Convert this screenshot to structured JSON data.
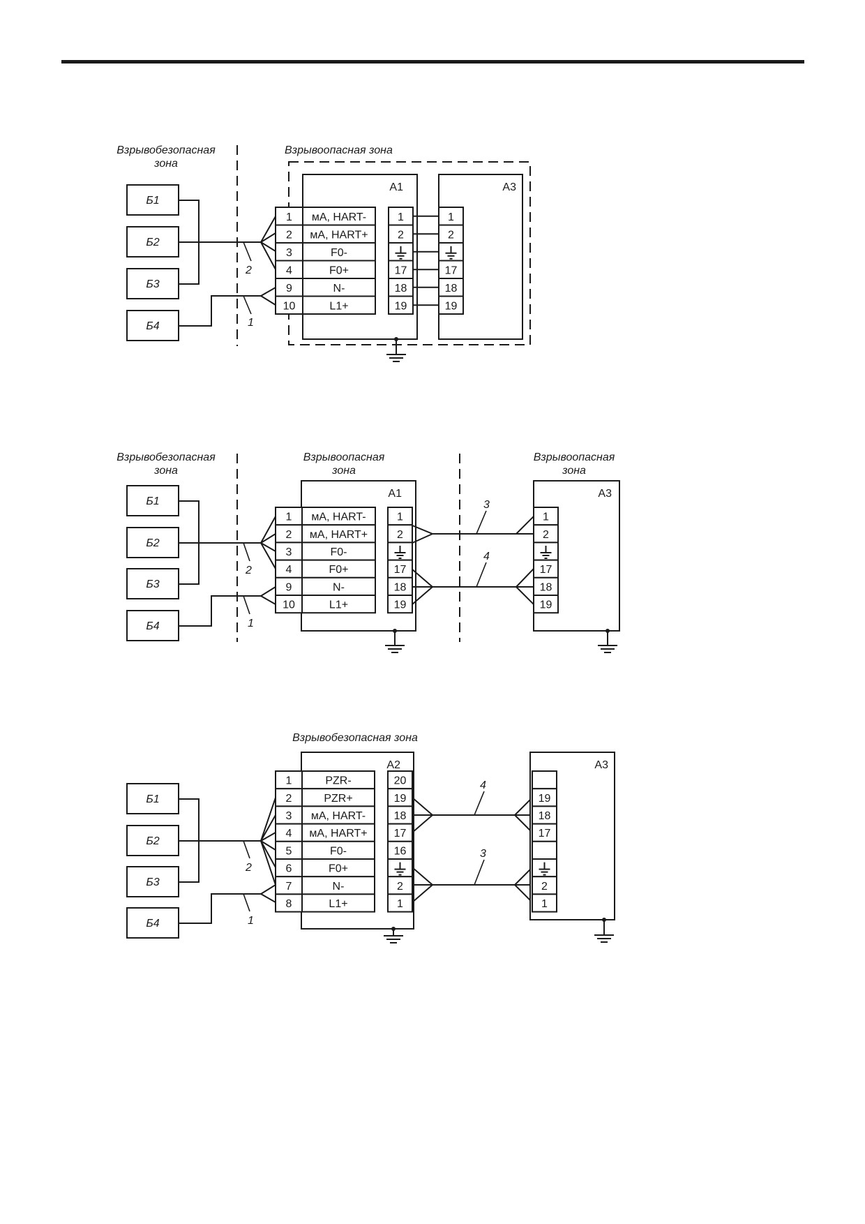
{
  "diagrams": [
    {
      "zones": {
        "safe_line1": "Взрывобезопасная",
        "safe_line2": "зона",
        "hazard": "Взрывоопасная зона"
      },
      "blocks": [
        "Б1",
        "Б2",
        "Б3",
        "Б4"
      ],
      "device_a": "А1",
      "device_b": "А3",
      "terminals": [
        {
          "num": "1",
          "label": "мА, HART-"
        },
        {
          "num": "2",
          "label": "мА, HART+"
        },
        {
          "num": "3",
          "label": "F0-"
        },
        {
          "num": "4",
          "label": "F0+"
        },
        {
          "num": "9",
          "label": "N-"
        },
        {
          "num": "10",
          "label": "L1+"
        }
      ],
      "right_col_a": [
        "1",
        "2",
        "⏚",
        "17",
        "18",
        "19"
      ],
      "right_col_b": [
        "1",
        "2",
        "⏚",
        "17",
        "18",
        "19"
      ],
      "cables": [
        "2",
        "1"
      ]
    },
    {
      "zones": {
        "safe_line1": "Взрывобезопасная",
        "safe_line2": "зона",
        "hazard_line1": "Взрывоопасная",
        "hazard_line2": "зона",
        "hazard2_line1": "Взрывоопасная",
        "hazard2_line2": "зона"
      },
      "blocks": [
        "Б1",
        "Б2",
        "Б3",
        "Б4"
      ],
      "device_a": "А1",
      "device_b": "А3",
      "terminals": [
        {
          "num": "1",
          "label": "мА, HART-"
        },
        {
          "num": "2",
          "label": "мА, HART+"
        },
        {
          "num": "3",
          "label": "F0-"
        },
        {
          "num": "4",
          "label": "F0+"
        },
        {
          "num": "9",
          "label": "N-"
        },
        {
          "num": "10",
          "label": "L1+"
        }
      ],
      "right_col_a": [
        "1",
        "2",
        "⏚",
        "17",
        "18",
        "19"
      ],
      "right_col_b": [
        "1",
        "2",
        "⏚",
        "17",
        "18",
        "19"
      ],
      "cables": [
        "2",
        "1",
        "3",
        "4"
      ]
    },
    {
      "zones": {
        "safe": "Взрывобезопасная зона"
      },
      "blocks": [
        "Б1",
        "Б2",
        "Б3",
        "Б4"
      ],
      "device_a": "А2",
      "device_b": "А3",
      "terminals": [
        {
          "num": "1",
          "label": "PZR-"
        },
        {
          "num": "2",
          "label": "PZR+"
        },
        {
          "num": "3",
          "label": "мА, HART-"
        },
        {
          "num": "4",
          "label": "мА, HART+"
        },
        {
          "num": "5",
          "label": "F0-"
        },
        {
          "num": "6",
          "label": "F0+"
        },
        {
          "num": "7",
          "label": "N-"
        },
        {
          "num": "8",
          "label": "L1+"
        }
      ],
      "right_col_a": [
        "20",
        "19",
        "18",
        "17",
        "16",
        "⏚",
        "2",
        "1"
      ],
      "right_col_b": [
        "",
        "19",
        "18",
        "17",
        "",
        "⏚",
        "2",
        "1"
      ],
      "cables": [
        "2",
        "1",
        "4",
        "3"
      ]
    }
  ]
}
